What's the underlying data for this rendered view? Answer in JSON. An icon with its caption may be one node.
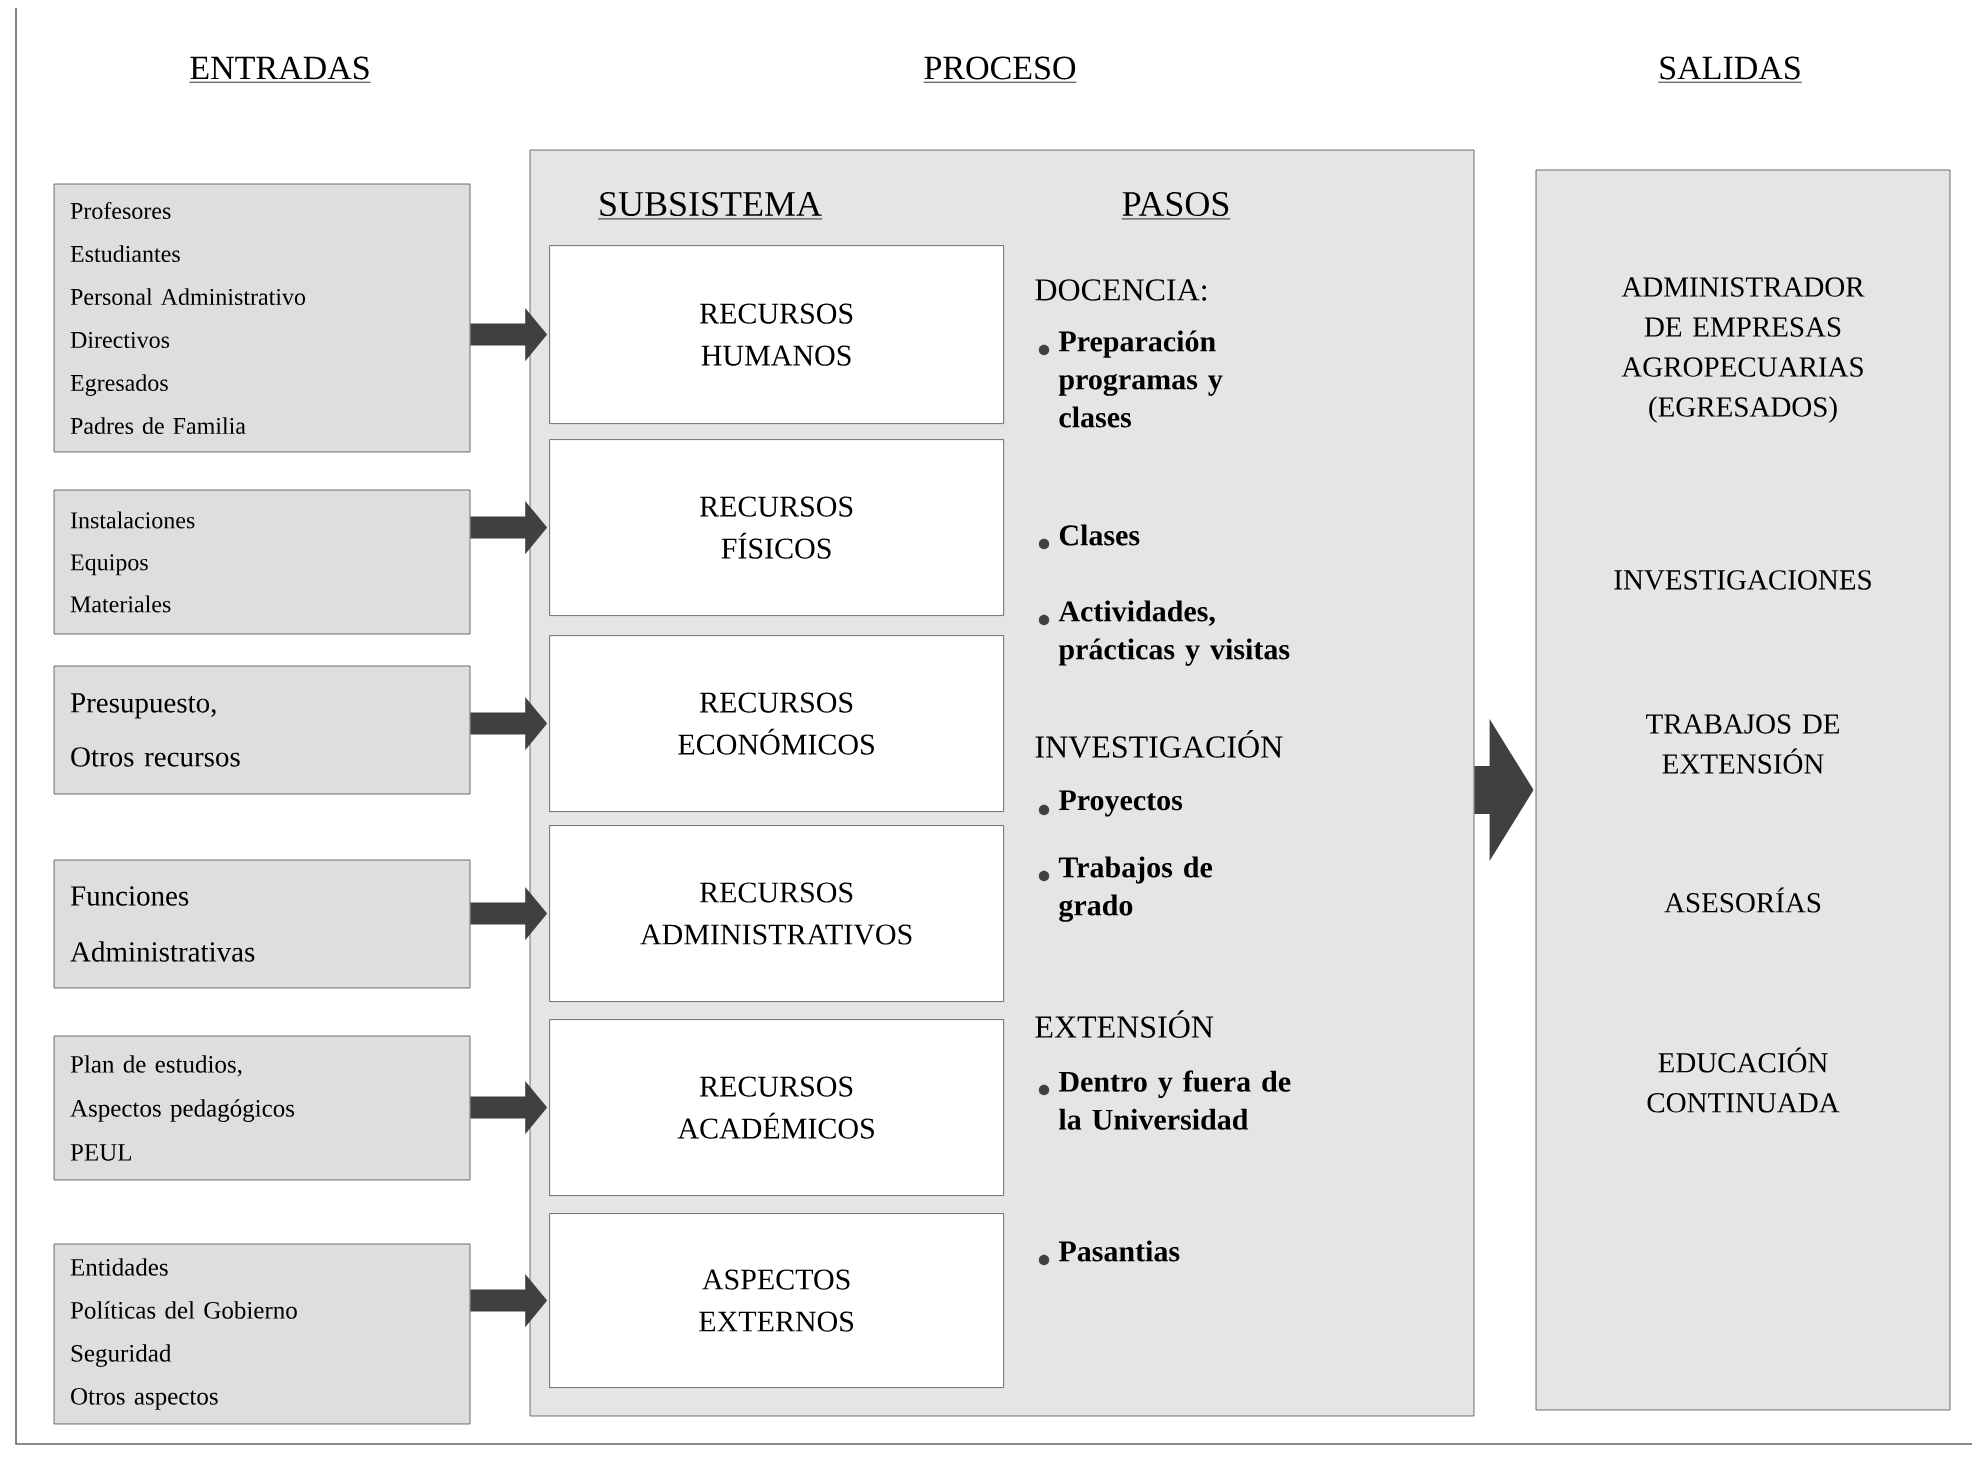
{
  "diagram": {
    "nodes": [
      {
        "text": [
          "Profesores",
          "Estudiantes",
          "Personal Administrativo",
          "Directivos",
          "Egresados",
          "Padres de Familia"
        ]
      },
      {
        "text": [
          "Instalaciones",
          "Equipos",
          "Materiales"
        ]
      },
      {
        "text": [
          "Presupuesto,",
          "Otros recursos"
        ]
      },
      {
        "text": [
          "Funciones",
          "Administrativas"
        ]
      },
      {
        "text": [
          "Plan de estudios,",
          "Aspectos pedagógicos",
          "PEUL"
        ]
      },
      {
        "text": [
          "Entidades",
          "Políticas del Gobierno",
          "Seguridad",
          "Otros aspectos"
        ]
      },
      {
        "text": [
          "SUBSISTEMA",
          "PASOS",
          "DOCENCIA:",
          "Preparación programas y clases",
          "Clases",
          "Actividades, prácticas y visitas",
          "INVESTIGACIÓN",
          "Proyectos",
          "Trabajos de grado",
          "EXTENSIÓN",
          "Dentro y fuera de la Universidad",
          "Pasantias"
        ]
      },
      {
        "text": [
          "RECURSOS HUMANOS"
        ],
        "in": 6
      },
      {
        "text": [
          "RECURSOS FÍSICOS"
        ],
        "in": 6
      },
      {
        "text": [
          "RECURSOS ECONÓMICOS"
        ],
        "in": 6
      },
      {
        "text": [
          "RECURSOS ADMINISTRATIVOS"
        ],
        "in": 6
      },
      {
        "text": [
          "RECURSOS ACADÉMICOS"
        ],
        "in": 6
      },
      {
        "text": [
          "ASPECTOS EXTERNOS"
        ],
        "in": 6
      },
      {
        "text": [
          "ADMINISTRADOR DE EMPRESAS AGROPECUARIAS (EGRESADOS)",
          "INVESTIGACIONES",
          "TRABAJOS DE EXTENSIÓN",
          "ASESORÍAS",
          "EDUCACIÓN CONTINUADA"
        ]
      }
    ],
    "edges": [
      {
        "from": 0,
        "to": 7,
        "arrow": "to"
      },
      {
        "from": 1,
        "to": 8,
        "arrow": "to"
      },
      {
        "from": 2,
        "to": 9,
        "arrow": "to"
      },
      {
        "from": 3,
        "to": 10,
        "arrow": "to"
      },
      {
        "from": 4,
        "to": 11,
        "arrow": "to"
      },
      {
        "from": 5,
        "to": 12,
        "arrow": "to"
      },
      {
        "from": 6,
        "to": 13,
        "arrow": "to",
        "style": "thick"
      }
    ],
    "labels": [
      "ENTRADAS",
      "PROCESO",
      "SALIDAS"
    ]
  }
}
